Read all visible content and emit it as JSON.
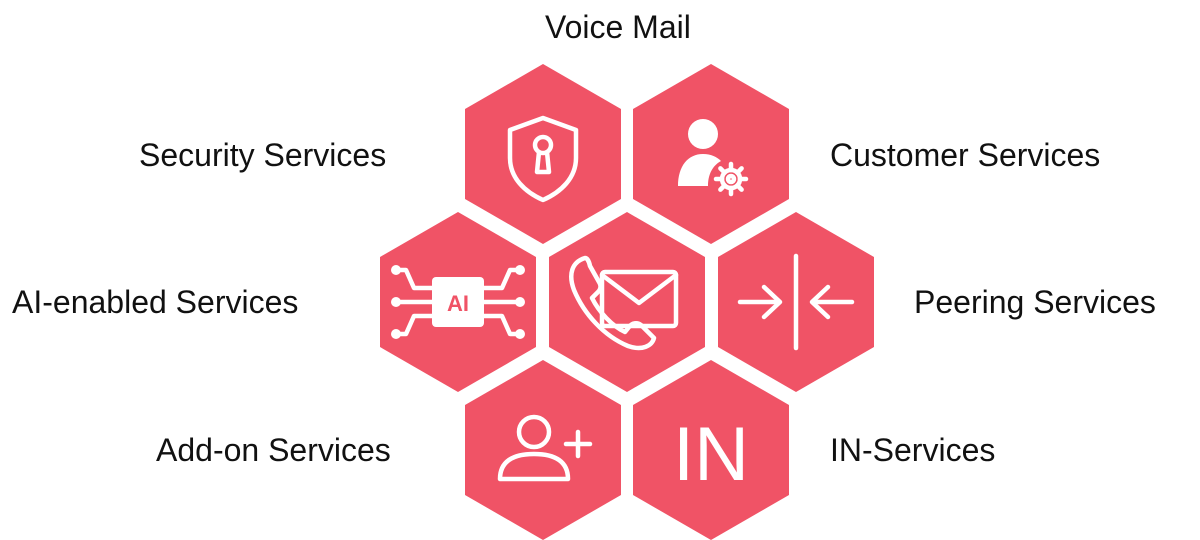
{
  "accent_color": "#f05366",
  "icon_color": "#ffffff",
  "labels": {
    "voice_mail": "Voice Mail",
    "security": "Security Services",
    "customer": "Customer Services",
    "ai_enabled": "AI-enabled Services",
    "peering": "Peering Services",
    "add_on": "Add-on Services",
    "in_services": "IN-Services"
  },
  "icons": {
    "center": "phone-envelope-icon",
    "top_left": "shield-keyhole-icon",
    "top_right": "user-gear-icon",
    "left": "ai-chip-icon",
    "right": "arrows-converge-icon",
    "bottom_left": "user-add-icon",
    "bottom_right": "in-text-icon"
  },
  "ai_chip_text": "AI",
  "in_text": "IN"
}
